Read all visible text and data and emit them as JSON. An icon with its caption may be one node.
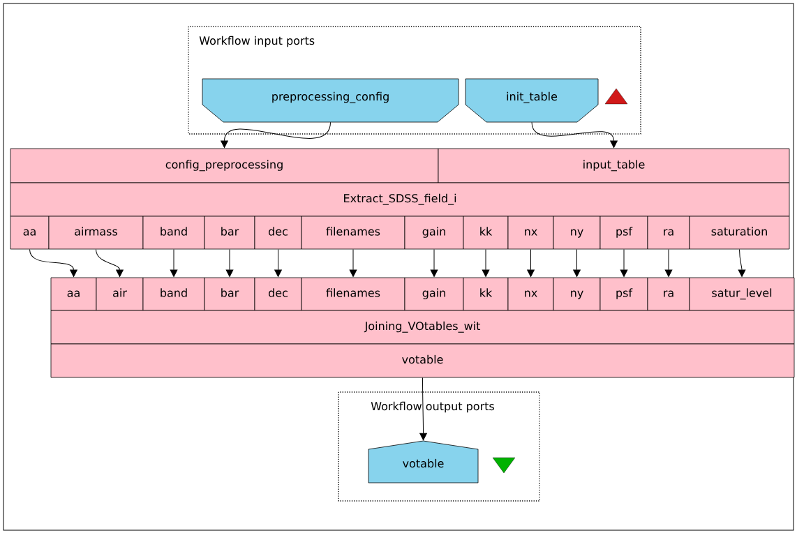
{
  "diagram": {
    "nodes": [
      {
        "text": [
          "Workflow input ports"
        ]
      },
      {
        "text": [
          "preprocessing_config"
        ],
        "in": 0
      },
      {
        "text": [
          "init_table"
        ],
        "in": 0
      },
      {
        "text": [
          "config_preprocessing"
        ]
      },
      {
        "text": [
          "input_table"
        ]
      },
      {
        "text": [
          "Extract_SDSS_field_i"
        ]
      },
      {
        "text": [
          "aa"
        ]
      },
      {
        "text": [
          "airmass"
        ]
      },
      {
        "text": [
          "band"
        ]
      },
      {
        "text": [
          "bar"
        ]
      },
      {
        "text": [
          "dec"
        ]
      },
      {
        "text": [
          "filenames"
        ]
      },
      {
        "text": [
          "gain"
        ]
      },
      {
        "text": [
          "kk"
        ]
      },
      {
        "text": [
          "nx"
        ]
      },
      {
        "text": [
          "ny"
        ]
      },
      {
        "text": [
          "psf"
        ]
      },
      {
        "text": [
          "ra"
        ]
      },
      {
        "text": [
          "saturation"
        ]
      },
      {
        "text": [
          "aa"
        ]
      },
      {
        "text": [
          "air"
        ]
      },
      {
        "text": [
          "band"
        ]
      },
      {
        "text": [
          "bar"
        ]
      },
      {
        "text": [
          "dec"
        ]
      },
      {
        "text": [
          "filenames"
        ]
      },
      {
        "text": [
          "gain"
        ]
      },
      {
        "text": [
          "kk"
        ]
      },
      {
        "text": [
          "nx"
        ]
      },
      {
        "text": [
          "ny"
        ]
      },
      {
        "text": [
          "psf"
        ]
      },
      {
        "text": [
          "ra"
        ]
      },
      {
        "text": [
          "satur_level"
        ]
      },
      {
        "text": [
          "Joining_VOtables_wit"
        ]
      },
      {
        "text": [
          "votable"
        ]
      },
      {
        "text": [
          "Workflow output ports"
        ]
      },
      {
        "text": [
          "votable"
        ],
        "in": 34
      }
    ],
    "edges": [
      {
        "from": 1,
        "to": 3,
        "arrow": "to"
      },
      {
        "from": 2,
        "to": 4,
        "arrow": "to"
      },
      {
        "from": 6,
        "to": 19,
        "arrow": "to"
      },
      {
        "from": 7,
        "to": 20,
        "arrow": "to"
      },
      {
        "from": 8,
        "to": 21,
        "arrow": "to"
      },
      {
        "from": 9,
        "to": 22,
        "arrow": "to"
      },
      {
        "from": 10,
        "to": 23,
        "arrow": "to"
      },
      {
        "from": 11,
        "to": 24,
        "arrow": "to"
      },
      {
        "from": 12,
        "to": 25,
        "arrow": "to"
      },
      {
        "from": 13,
        "to": 26,
        "arrow": "to"
      },
      {
        "from": 14,
        "to": 27,
        "arrow": "to"
      },
      {
        "from": 15,
        "to": 28,
        "arrow": "to"
      },
      {
        "from": 16,
        "to": 29,
        "arrow": "to"
      },
      {
        "from": 17,
        "to": 30,
        "arrow": "to"
      },
      {
        "from": 18,
        "to": 31,
        "arrow": "to"
      },
      {
        "from": 33,
        "to": 35,
        "arrow": "to"
      }
    ]
  }
}
